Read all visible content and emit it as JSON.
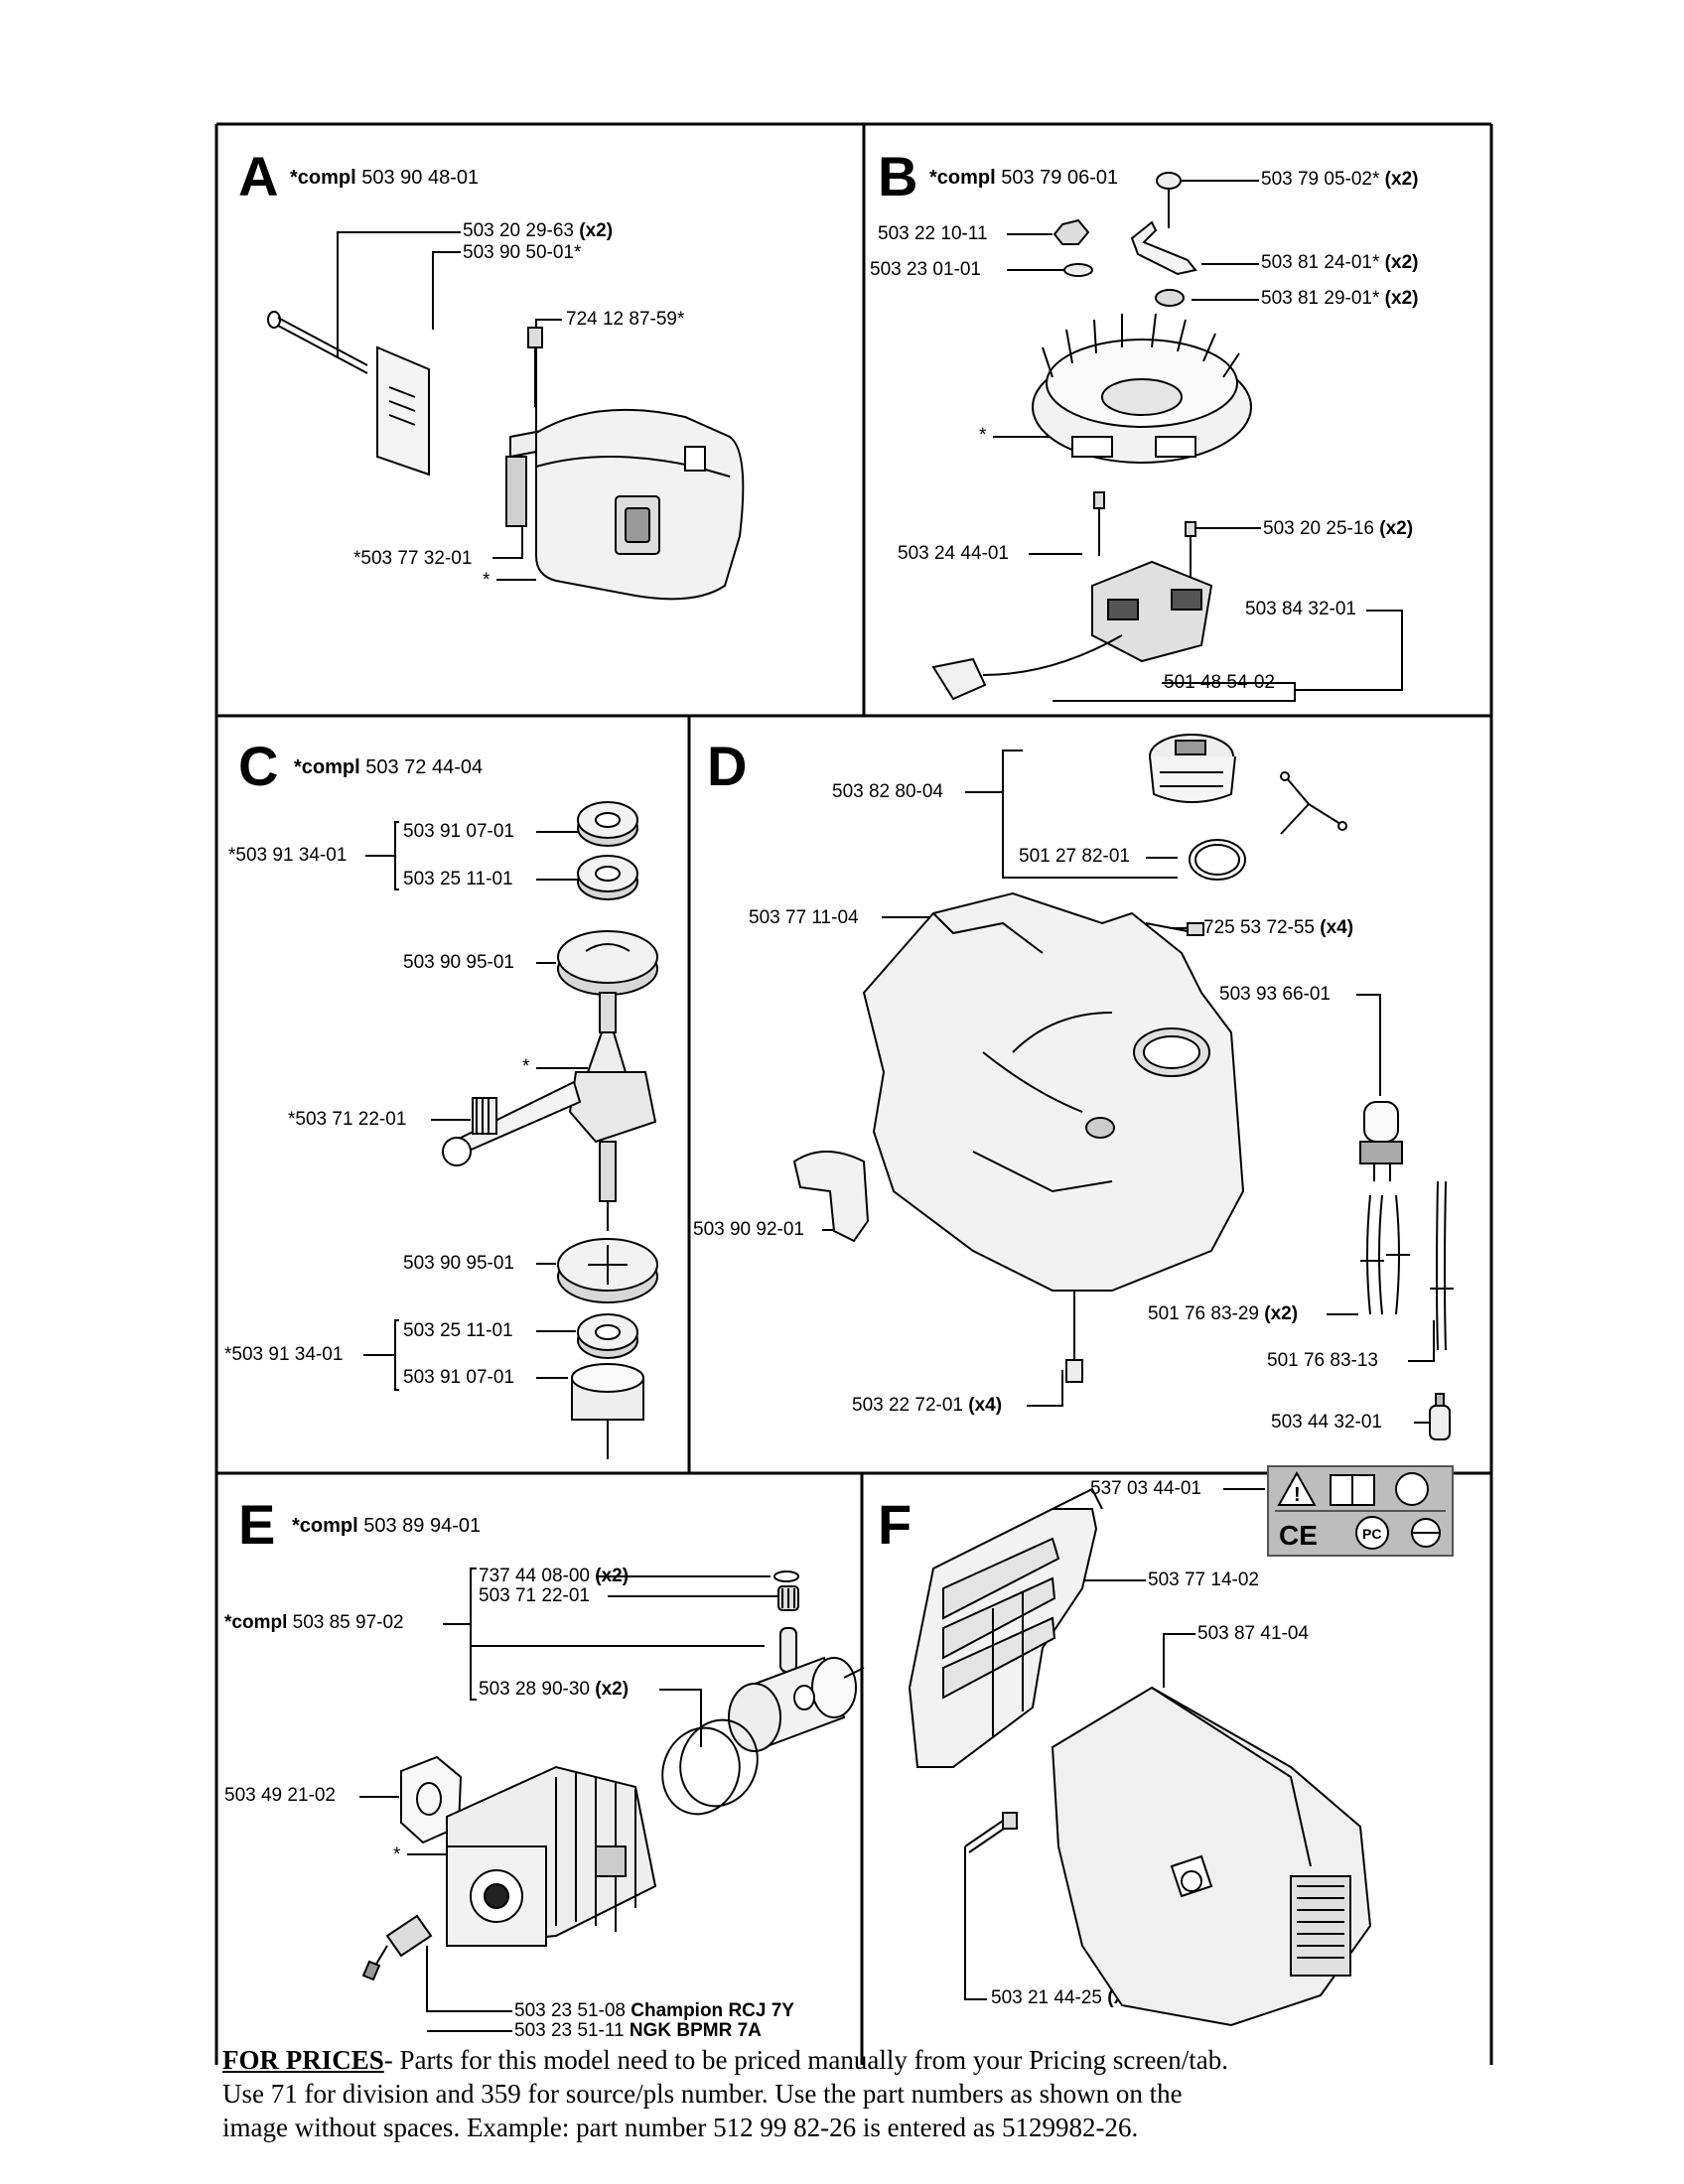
{
  "panels": {
    "A": {
      "letter": "A",
      "title_prefix": "*compl",
      "title_number": "503 90 48-01",
      "labels": {
        "l1_num": "503 20 29-63",
        "l1_qty": "(x2)",
        "l2": "503 90 50-01*",
        "l3": "724 12 87-59*",
        "l4": "*503 77 32-01",
        "l5": "*"
      }
    },
    "B": {
      "letter": "B",
      "title_prefix": "*compl",
      "title_number": "503 79 06-01",
      "labels": {
        "l1_num": "503 79 05-02*",
        "l1_qty": "(x2)",
        "l2": "503 22 10-11",
        "l3": "503 23 01-01",
        "l4_num": "503 81 24-01*",
        "l4_qty": "(x2)",
        "l5_num": "503 81 29-01*",
        "l5_qty": "(x2)",
        "l6": "*",
        "l7_num": "503 20 25-16",
        "l7_qty": "(x2)",
        "l8": "503 24 44-01",
        "l9": "503 84 32-01",
        "l10": "501 48 54-02"
      }
    },
    "C": {
      "letter": "C",
      "title_prefix": "*compl",
      "title_number": "503 72 44-04",
      "labels": {
        "g1": "*503 91 34-01",
        "l1": "503 91 07-01",
        "l2": "503 25 11-01",
        "l3": "503 90 95-01",
        "l4": "*",
        "l5": "*503 71 22-01",
        "l6": "503 90 95-01",
        "g2": "*503 91 34-01",
        "l7": "503 25 11-01",
        "l8": "503 91 07-01"
      }
    },
    "D": {
      "letter": "D",
      "labels": {
        "l1": "503 82 80-04",
        "l2": "501 27 82-01",
        "l3": "503 77 11-04",
        "l4_num": "725 53 72-55",
        "l4_qty": "(x4)",
        "l5": "503 93 66-01",
        "l6": "503 90 92-01",
        "l7_num": "501 76 83-29",
        "l7_qty": "(x2)",
        "l8": "501 76 83-13",
        "l9_num": "503 22 72-01",
        "l9_qty": "(x4)",
        "l10": "503 44 32-01"
      }
    },
    "E": {
      "letter": "E",
      "title_prefix": "*compl",
      "title_number": "503 89 94-01",
      "labels": {
        "g1_prefix": "*compl",
        "g1_num": "503 85 97-02",
        "l1_num": "737 44 08-00",
        "l1_qty": "(x2)",
        "l2": "503 71 22-01",
        "l3_num": "503 28 90-30",
        "l3_qty": "(x2)",
        "l4": "503 49 21-02",
        "l5": "*",
        "l6_num": "503 23 51-08",
        "l6_desc": "Champion RCJ 7Y",
        "l7_num": "503 23 51-11",
        "l7_desc": "NGK BPMR 7A"
      }
    },
    "F": {
      "letter": "F",
      "labels": {
        "l1": "537 03 44-01",
        "l2": "503 77 14-02",
        "l3": "503 87 41-04",
        "l4_num": "503 21 44-25",
        "l4_qty": "(x4)"
      },
      "symbol_labels": {
        "ce": "CE",
        "pc": "PC"
      }
    }
  },
  "footer": {
    "lead": "FOR PRICES",
    "line1_rest": "- Parts for this model need to be priced manually from your Pricing screen/tab.",
    "line2": "Use 71 for division and 359 for source/pls number.   Use the part numbers as shown on the",
    "line3": "image without spaces.  Example: part number 512 99 82-26 is entered as 5129982-26."
  }
}
